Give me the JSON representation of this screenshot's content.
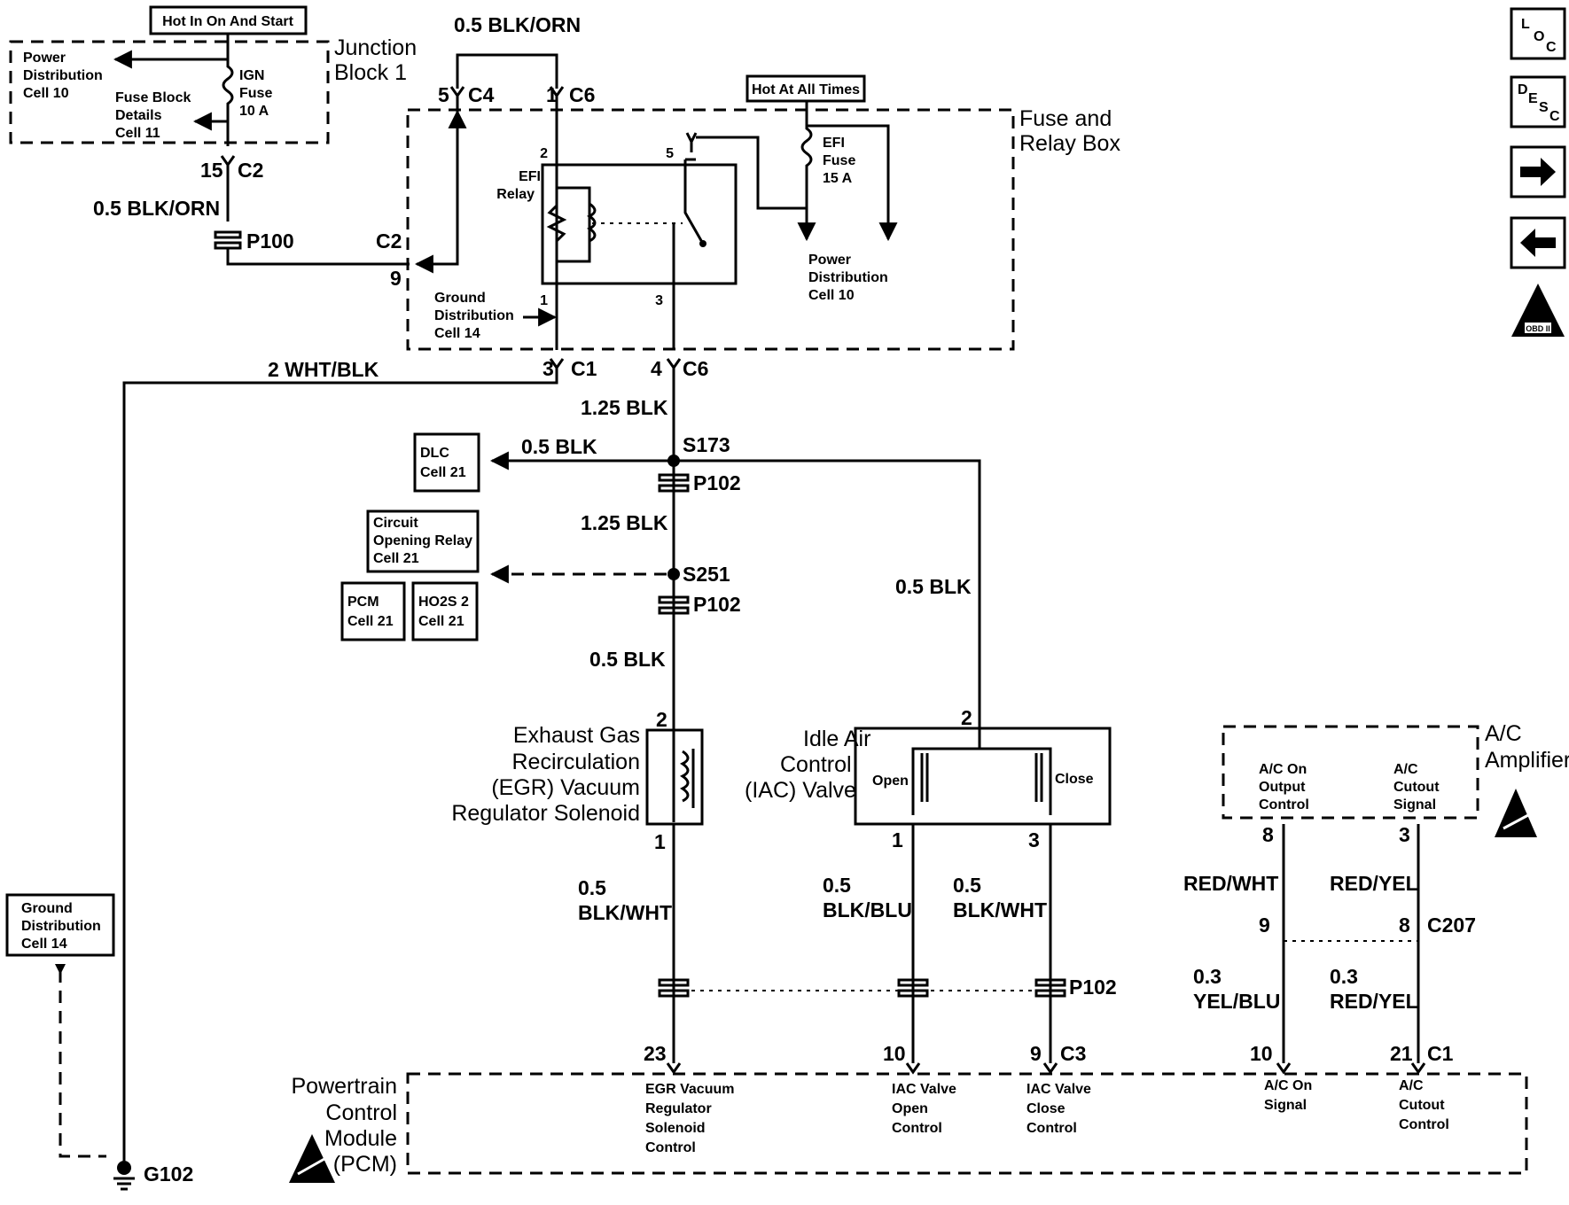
{
  "top": {
    "hot_ign": "Hot In On And Start",
    "hot_all": "Hot At All Times",
    "wire_top": "0.5 BLK/ORN"
  },
  "jb": {
    "title1": "Junction",
    "title2": "Block 1",
    "pd1": "Power",
    "pd2": "Distribution",
    "pd3": "Cell 10",
    "fb1": "Fuse Block",
    "fb2": "Details",
    "fb3": "Cell 11",
    "fuse1": "IGN",
    "fuse2": "Fuse",
    "fuse3": "10 A",
    "c2_pin": "15",
    "c2": "C2",
    "wire": "0.5 BLK/ORN",
    "p100": "P100"
  },
  "frb": {
    "title1": "Fuse and",
    "title2": "Relay Box",
    "c4_pin": "5",
    "c4": "C4",
    "c6_pin": "1",
    "c6": "C6",
    "c2": "C2",
    "c2_pin": "9",
    "relay1": "EFI",
    "relay2": "Relay",
    "pin2": "2",
    "pin5": "5",
    "pin1": "1",
    "pin3": "3",
    "fuse1": "EFI",
    "fuse2": "Fuse",
    "fuse3": "15 A",
    "pd1": "Power",
    "pd2": "Distribution",
    "pd3": "Cell 10",
    "gd1": "Ground",
    "gd2": "Distribution",
    "gd3": "Cell 14",
    "c1_pin": "3",
    "c1": "C1",
    "c6b_pin": "4",
    "c6b": "C6"
  },
  "wires": {
    "wht_blk": "2 WHT/BLK",
    "w125a": "1.25 BLK",
    "s173": "S173",
    "w05blk_a": "0.5 BLK",
    "p102_a": "P102",
    "w125b": "1.25 BLK",
    "s251": "S251",
    "p102_b": "P102",
    "w05blk_b": "0.5 BLK",
    "w05blk_c": "0.5 BLK",
    "egr_w1": "0.5",
    "egr_w2": "BLK/WHT",
    "iac_o_w1": "0.5",
    "iac_o_w2": "BLK/BLU",
    "iac_c_w1": "0.5",
    "iac_c_w2": "BLK/WHT",
    "p102_c": "P102",
    "red_wht": "RED/WHT",
    "red_yel": "RED/YEL",
    "c207": "C207",
    "yel_blu1": "0.3",
    "yel_blu2": "YEL/BLU",
    "red_yel2_1": "0.3",
    "red_yel2_2": "RED/YEL"
  },
  "refs": {
    "dlc1": "DLC",
    "dlc2": "Cell 21",
    "cor1": "Circuit",
    "cor2": "Opening Relay",
    "cor3": "Cell 21",
    "pcm1": "PCM",
    "pcm2": "Cell 21",
    "ho2s1": "HO2S 2",
    "ho2s2": "Cell 21",
    "gd1": "Ground",
    "gd2": "Distribution",
    "gd3": "Cell 14",
    "g102": "G102"
  },
  "egr": {
    "t1": "Exhaust Gas",
    "t2": "Recirculation",
    "t3": "(EGR) Vacuum",
    "t4": "Regulator Solenoid",
    "pin2": "2",
    "pin1": "1"
  },
  "iac": {
    "t1": "Idle Air",
    "t2": "Control",
    "t3": "(IAC) Valve",
    "open": "Open",
    "close": "Close",
    "pin2": "2",
    "pin1": "1",
    "pin3": "3"
  },
  "ac": {
    "t1": "A/C",
    "t2": "Amplifier",
    "out1": "A/C On",
    "out2": "Output",
    "out3": "Control",
    "cut1": "A/C",
    "cut2": "Cutout",
    "cut3": "Signal",
    "pin8": "8",
    "pin3": "3",
    "c207_pin9": "9",
    "c207_pin8": "8"
  },
  "pcm": {
    "t1": "Powertrain",
    "t2": "Control",
    "t3": "Module",
    "t4": "(PCM)",
    "pin23": "23",
    "pin10a": "10",
    "pin9": "9",
    "c3": "C3",
    "pin10b": "10",
    "pin21": "21",
    "c1": "C1",
    "egr1": "EGR Vacuum",
    "egr2": "Regulator",
    "egr3": "Solenoid",
    "egr4": "Control",
    "io1": "IAC Valve",
    "io2": "Open",
    "io3": "Control",
    "ic1": "IAC Valve",
    "ic2": "Close",
    "ic3": "Control",
    "acon1": "A/C On",
    "acon2": "Signal",
    "accut1": "A/C",
    "accut2": "Cutout",
    "accut3": "Control"
  },
  "nav": {
    "loc": [
      "L",
      "O",
      "C"
    ],
    "desc": [
      "D",
      "E",
      "S",
      "C"
    ],
    "next_icon": "arrow-right-icon",
    "prev_icon": "arrow-left-icon",
    "obd_label": "OBD II"
  }
}
